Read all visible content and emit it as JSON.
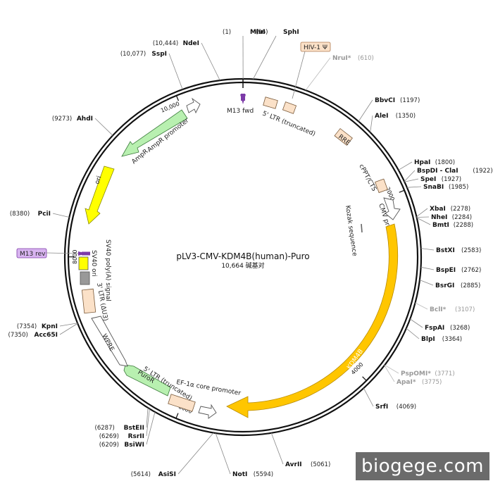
{
  "plasmid": {
    "name": "pLV3-CMV-KDM4B(human)-Puro",
    "size_label": "10,664 碱基对",
    "total_bp": 10664
  },
  "colors": {
    "promoter": "#d5f7cf",
    "cds_green": "#b8f0b0",
    "ori": "#ffff00",
    "ltr": "#fbe1c8",
    "kdm4b": "#ffc600",
    "m13": "#7c3aa8",
    "m13_label_bg": "#d8b4f0",
    "hiv_label_bg": "#fbe1c8",
    "grey_feature": "#999999",
    "white_feature": "#ffffff"
  },
  "ticks": [
    {
      "label": "2000",
      "pos": 2000
    },
    {
      "label": "4000",
      "pos": 4000
    },
    {
      "label": "6000",
      "pos": 6000
    },
    {
      "label": "8000",
      "pos": 8000
    },
    {
      "label": "10,000",
      "pos": 10000
    }
  ],
  "sites": [
    {
      "name": "MluI",
      "pos": "(1)",
      "grey": false
    },
    {
      "name": "SphI",
      "pos": "(96)",
      "grey": false
    },
    {
      "name": "NruI*",
      "pos": "(610)",
      "grey": true
    },
    {
      "name": "BbvCI",
      "pos": "(1197)",
      "grey": false
    },
    {
      "name": "AleI",
      "pos": "(1350)",
      "grey": false
    },
    {
      "name": "HpaI",
      "pos": "(1800)",
      "grey": false
    },
    {
      "name": "BspDI - ClaI",
      "pos": "(1922)",
      "grey": false
    },
    {
      "name": "SpeI",
      "pos": "(1927)",
      "grey": false
    },
    {
      "name": "SnaBI",
      "pos": "(1985)",
      "grey": false
    },
    {
      "name": "XbaI",
      "pos": "(2278)",
      "grey": false
    },
    {
      "name": "NheI",
      "pos": "(2284)",
      "grey": false
    },
    {
      "name": "BmtI",
      "pos": "(2288)",
      "grey": false
    },
    {
      "name": "BstXI",
      "pos": "(2583)",
      "grey": false
    },
    {
      "name": "BspEI",
      "pos": "(2762)",
      "grey": false
    },
    {
      "name": "BsrGI",
      "pos": "(2885)",
      "grey": false
    },
    {
      "name": "BclI*",
      "pos": "(3107)",
      "grey": true
    },
    {
      "name": "FspAI",
      "pos": "(3268)",
      "grey": false
    },
    {
      "name": "BlpI",
      "pos": "(3364)",
      "grey": false
    },
    {
      "name": "PspOMI*",
      "pos": "(3771)",
      "grey": true
    },
    {
      "name": "ApaI*",
      "pos": "(3775)",
      "grey": true
    },
    {
      "name": "SrfI",
      "pos": "(4069)",
      "grey": false
    },
    {
      "name": "AvrII",
      "pos": "(5061)",
      "grey": false
    },
    {
      "name": "NotI",
      "pos": "(5594)",
      "grey": false
    },
    {
      "name": "AsiSI",
      "pos": "(5614)",
      "grey": false
    },
    {
      "name": "BsiWI",
      "pos": "(6209)",
      "grey": false
    },
    {
      "name": "RsrII",
      "pos": "(6269)",
      "grey": false
    },
    {
      "name": "BstEII",
      "pos": "(6287)",
      "grey": false
    },
    {
      "name": "Acc65I",
      "pos": "(7350)",
      "grey": false
    },
    {
      "name": "KpnI",
      "pos": "(7354)",
      "grey": false
    },
    {
      "name": "PciI",
      "pos": "(8380)",
      "grey": false
    },
    {
      "name": "AhdI",
      "pos": "(9273)",
      "grey": false
    },
    {
      "name": "SspI",
      "pos": "(10,077)",
      "grey": false
    },
    {
      "name": "NdeI",
      "pos": "(10,444)",
      "grey": false
    }
  ],
  "features": [
    {
      "name": "M13 fwd",
      "kind": "primer"
    },
    {
      "name": "HIV-1 Ψ",
      "kind": "boxlabel"
    },
    {
      "name": "5' LTR (truncated)",
      "kind": "ltr"
    },
    {
      "name": "RRE",
      "kind": "ltr"
    },
    {
      "name": "cPPT/CTS",
      "kind": "ltr"
    },
    {
      "name": "CMV promoter",
      "kind": "white"
    },
    {
      "name": "Kozak sequence",
      "kind": "mark"
    },
    {
      "name": "KDM4B",
      "kind": "cds"
    },
    {
      "name": "EF-1α core promoter",
      "kind": "ltr"
    },
    {
      "name": "PuroR",
      "kind": "cds_green"
    },
    {
      "name": "WPRE",
      "kind": "white"
    },
    {
      "name": "3' LTR (ΔU3)",
      "kind": "ltr"
    },
    {
      "name": "SV40 poly(A) signal",
      "kind": "grey"
    },
    {
      "name": "SV40 ori",
      "kind": "ori"
    },
    {
      "name": "M13 rev",
      "kind": "primer"
    },
    {
      "name": "ori",
      "kind": "ori"
    },
    {
      "name": "AmpR",
      "kind": "cds_green"
    },
    {
      "name": "AmpR promoter",
      "kind": "white"
    }
  ],
  "watermark": "biogege.com"
}
